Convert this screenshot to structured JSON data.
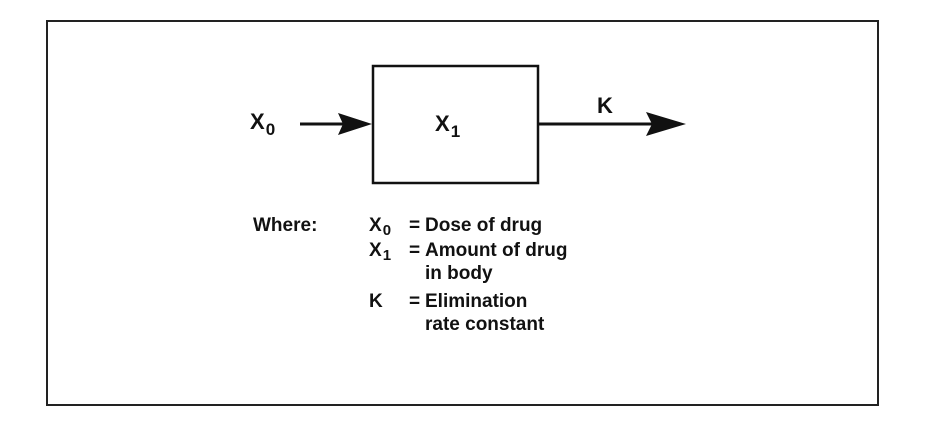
{
  "diagram": {
    "input_symbol": "X",
    "input_subscript": "0",
    "compartment_symbol": "X",
    "compartment_subscript": "1",
    "rate_label": "K",
    "legend": {
      "where_label": "Where:",
      "rows": [
        {
          "symbol": "X",
          "subscript": "0",
          "equals": "=",
          "lines": [
            "Dose of drug"
          ]
        },
        {
          "symbol": "X",
          "subscript": "1",
          "equals": "=",
          "lines": [
            "Amount of drug",
            "in body"
          ]
        },
        {
          "symbol": "K",
          "subscript": "",
          "equals": "=",
          "lines": [
            "Elimination",
            "rate constant"
          ]
        }
      ]
    }
  }
}
